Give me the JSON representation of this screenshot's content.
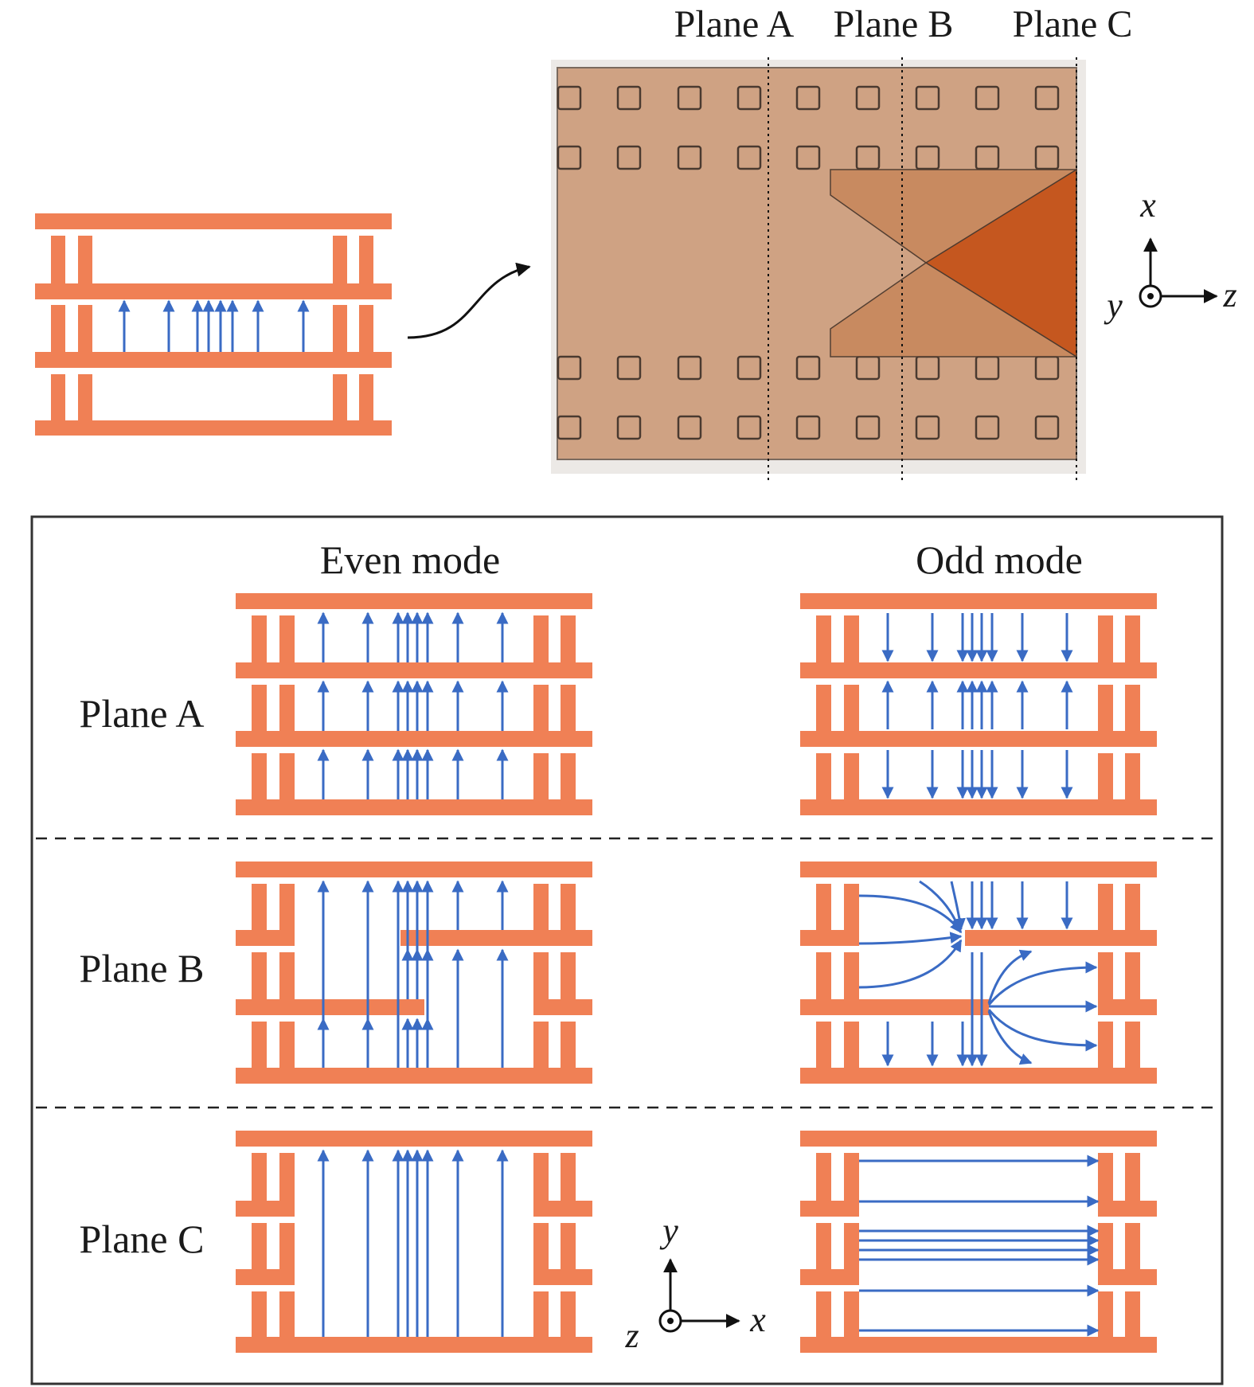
{
  "colors": {
    "metal": "#F08055",
    "field": "#3A6BC4",
    "substrate": "#CFA283",
    "substrate_edge": "#7a6a5e",
    "taper_light": "#C8895F",
    "taper_dark": "#C5571F",
    "frame": "#333333",
    "text": "#1a1a1a"
  },
  "top": {
    "plane_labels": [
      "Plane A",
      "Plane B",
      "Plane C"
    ],
    "axes": {
      "up": "x",
      "out": "y",
      "right": "z"
    }
  },
  "bottom": {
    "column_titles": [
      "Even mode",
      "Odd mode"
    ],
    "row_labels": [
      "Plane A",
      "Plane B",
      "Plane C"
    ],
    "axes": {
      "up": "y",
      "out": "z",
      "right": "x"
    }
  }
}
